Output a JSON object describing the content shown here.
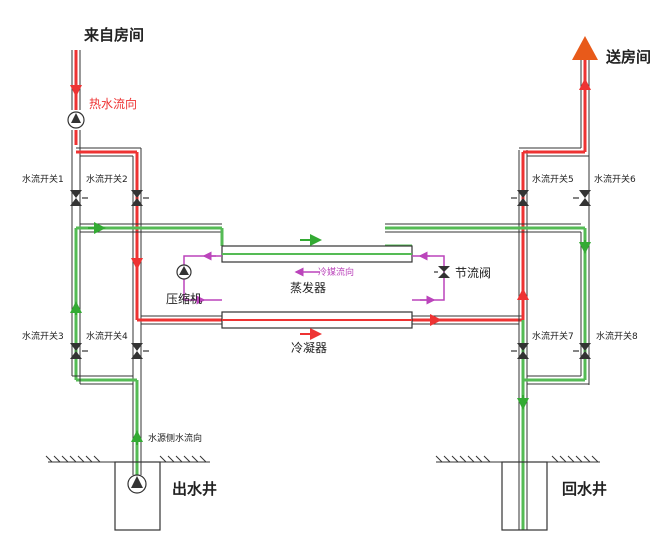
{
  "labels": {
    "from_room": "来自房间",
    "to_room": "送房间",
    "hot_water_flow": "热水流向",
    "refrigerant_flow": "冷媒流向",
    "source_water_flow": "水源侧水流向",
    "compressor": "压缩机",
    "evaporator": "蒸发器",
    "condenser": "冷凝器",
    "throttle_valve": "节流阀",
    "outlet_well": "出水井",
    "return_well": "回水井"
  },
  "valves": [
    {
      "id": 1,
      "label": "水流开关1"
    },
    {
      "id": 2,
      "label": "水流开关2"
    },
    {
      "id": 3,
      "label": "水流开关3"
    },
    {
      "id": 4,
      "label": "水流开关4"
    },
    {
      "id": 5,
      "label": "水流开关5"
    },
    {
      "id": 6,
      "label": "水流开关6"
    },
    {
      "id": 7,
      "label": "水流开关7"
    },
    {
      "id": 8,
      "label": "水流开关8"
    }
  ],
  "colors": {
    "hot": "#ee3333",
    "cold": "#55bb55",
    "refrigerant": "#bb44bb",
    "line": "#333333"
  }
}
